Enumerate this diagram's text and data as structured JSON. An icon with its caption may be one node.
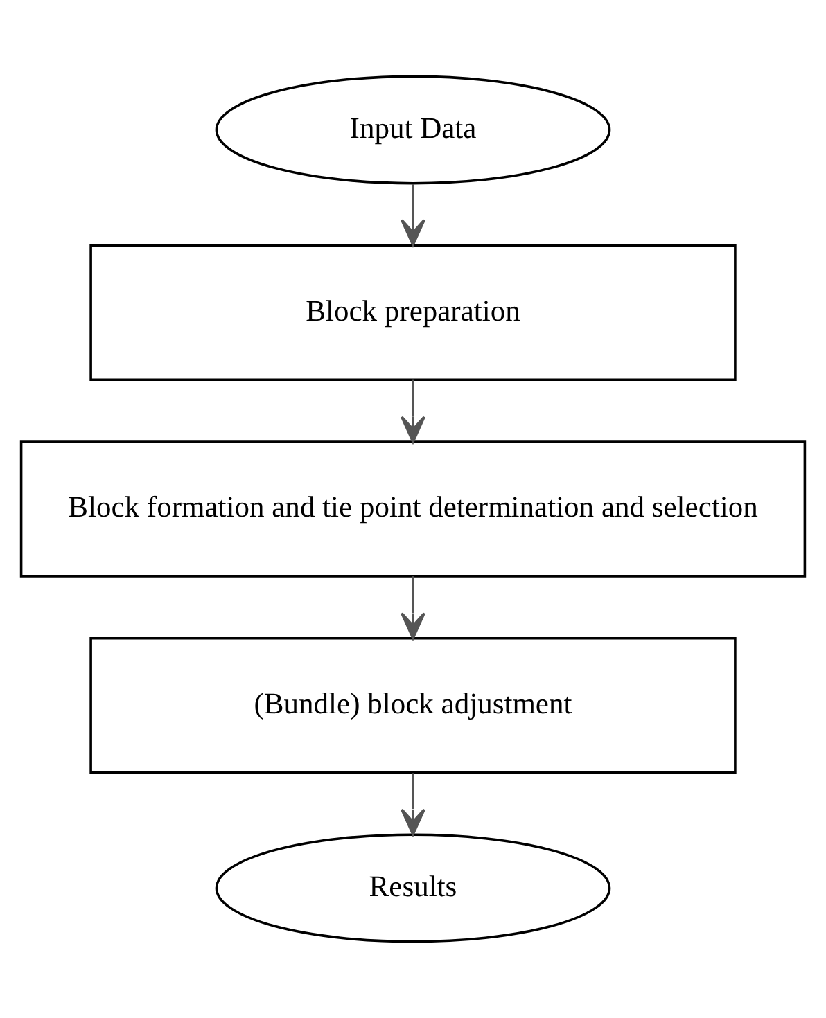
{
  "diagram": {
    "nodes": [
      {
        "text": [
          "Input Data"
        ]
      },
      {
        "text": [
          "Block preparation"
        ]
      },
      {
        "text": [
          "Block formation and tie point determination and selection"
        ]
      },
      {
        "text": [
          "(Bundle) block adjustment"
        ]
      },
      {
        "text": [
          "Results"
        ]
      }
    ],
    "edges": [
      {
        "from": 0,
        "to": 1,
        "arrow": "to"
      },
      {
        "from": 1,
        "to": 2,
        "arrow": "to"
      },
      {
        "from": 2,
        "to": 3,
        "arrow": "to"
      },
      {
        "from": 3,
        "to": 4,
        "arrow": "to"
      }
    ]
  }
}
